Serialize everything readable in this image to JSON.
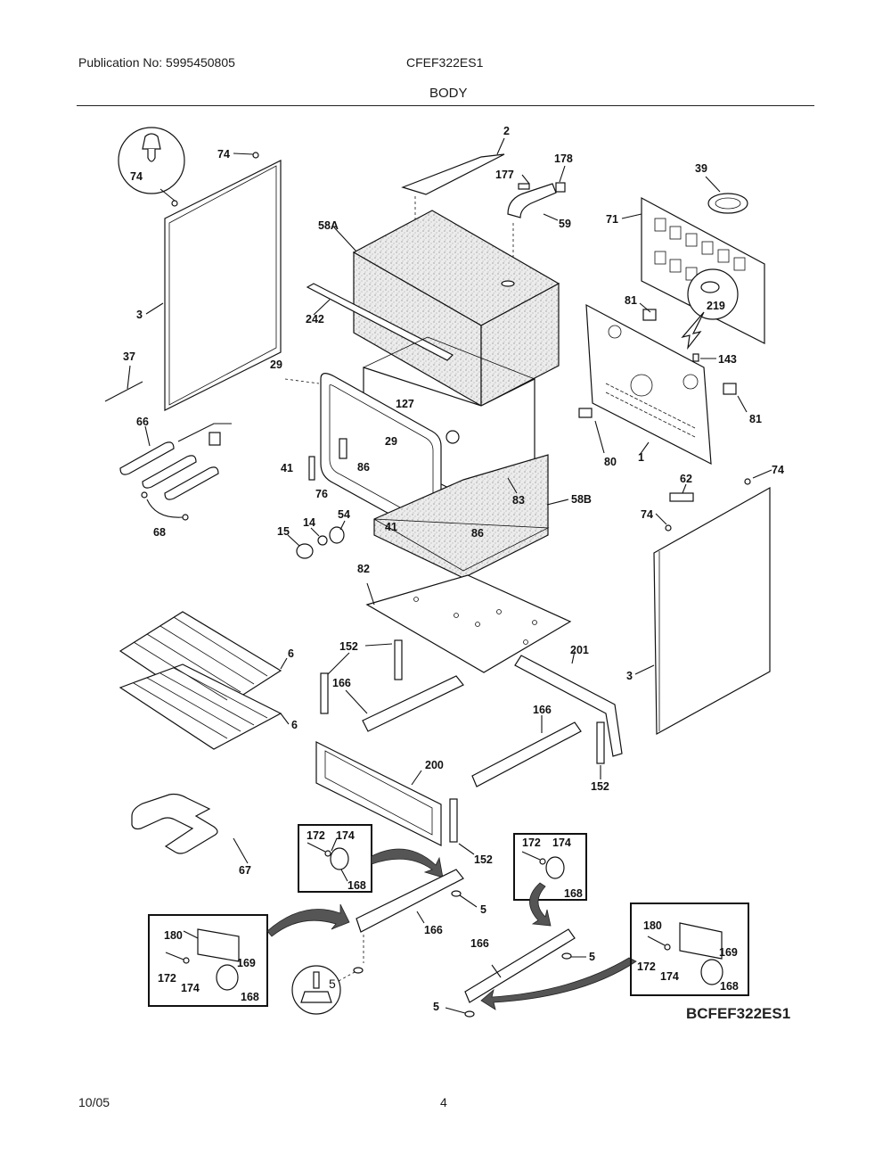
{
  "header": {
    "publication": "Publication No: 5995450805",
    "model": "CFEF322ES1",
    "section_title": "BODY"
  },
  "footer": {
    "date": "10/05",
    "page_number": "4"
  },
  "diagram": {
    "drawing_code": "BCFEF322ES1",
    "callouts": {
      "c74_detail": "74",
      "c74_top_left": "74",
      "c3_left": "3",
      "c37": "37",
      "c2": "2",
      "c177": "177",
      "c178": "178",
      "c59": "59",
      "c58A": "58A",
      "c242": "242",
      "c39": "39",
      "c71": "71",
      "c219": "219",
      "c81_top": "81",
      "c143": "143",
      "c81_right": "81",
      "c80": "80",
      "c1": "1",
      "c29_left": "29",
      "c127": "127",
      "c29_inner": "29",
      "c66": "66",
      "c68": "68",
      "c41_left": "41",
      "c86_left": "86",
      "c76": "76",
      "c83": "83",
      "c58B": "58B",
      "c41_inner": "41",
      "c86_inner": "86",
      "c15": "15",
      "c14": "14",
      "c54": "54",
      "c62": "62",
      "c74_right_top": "74",
      "c74_right": "74",
      "c3_right": "3",
      "c82": "82",
      "c152_a": "152",
      "c201": "201",
      "c166_a": "166",
      "c166_b": "166",
      "c6_a": "6",
      "c6_b": "6",
      "c200": "200",
      "c152_b": "152",
      "c152_c": "152",
      "c67": "67",
      "c172_a": "172",
      "c174_a": "174",
      "c168_a": "168",
      "c5_a": "5",
      "c166_c": "166",
      "c180_a": "180",
      "c169_a": "169",
      "c172_b": "172",
      "c174_b": "174",
      "c168_b": "168",
      "c5_detail": "5",
      "c172_c": "172",
      "c174_c": "174",
      "c168_c": "168",
      "c166_d": "166",
      "c5_b": "5",
      "c5_c": "5",
      "c180_b": "180",
      "c169_b": "169",
      "c172_d": "172",
      "c174_d": "174",
      "c168_d": "168"
    }
  }
}
